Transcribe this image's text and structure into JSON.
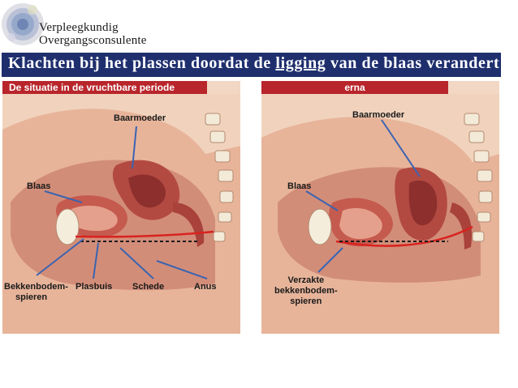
{
  "brand": {
    "line1": "Verpleegkundig",
    "line2": "Overgangsconsulente"
  },
  "banner": {
    "title_before": "Klachten bij het plassen doordat de ",
    "title_underlined": "ligging",
    "title_after": " van de blaas verandert"
  },
  "left_panel": {
    "header": "De situatie in de vruchtbare periode",
    "labels": {
      "baarmoeder": "Baarmoeder",
      "blaas": "Blaas",
      "bekkenbodem_line1": "Bekkenbodem-",
      "bekkenbodem_line2": "spieren",
      "plasbuis": "Plasbuis",
      "schede": "Schede",
      "anus": "Anus"
    }
  },
  "right_panel": {
    "header": "erna",
    "labels": {
      "baarmoeder": "Baarmoeder",
      "blaas": "Blaas",
      "verzakte_line1": "Verzakte",
      "verzakte_line2": "bekkenbodem-",
      "verzakte_line3": "spieren"
    }
  },
  "colors": {
    "banner": "#1f2f6e",
    "panel_header": "#b8252b",
    "callout_line": "#3b64b0",
    "pelvic_floor_line": "#d8231f"
  }
}
